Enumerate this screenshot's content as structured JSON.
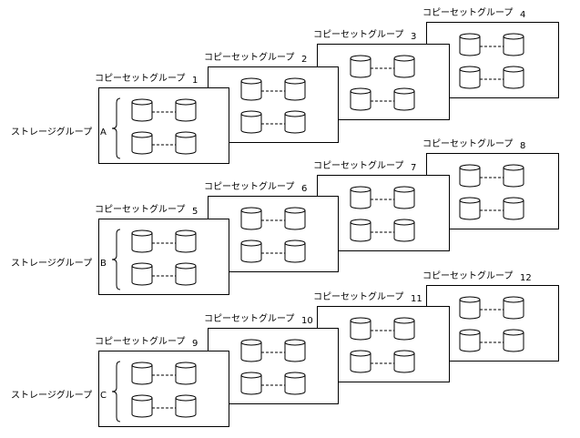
{
  "storage_groups": [
    {
      "label": "ストレージグループ",
      "letter": "A"
    },
    {
      "label": "ストレージグループ",
      "letter": "B"
    },
    {
      "label": "ストレージグループ",
      "letter": "C"
    }
  ],
  "copy_set_groups": [
    {
      "label": "コピーセットグループ",
      "number": "1"
    },
    {
      "label": "コピーセットグループ",
      "number": "2"
    },
    {
      "label": "コピーセットグループ",
      "number": "3"
    },
    {
      "label": "コピーセットグループ",
      "number": "4"
    },
    {
      "label": "コピーセットグループ",
      "number": "5"
    },
    {
      "label": "コピーセットグループ",
      "number": "6"
    },
    {
      "label": "コピーセットグループ",
      "number": "7"
    },
    {
      "label": "コピーセットグループ",
      "number": "8"
    },
    {
      "label": "コピーセットグループ",
      "number": "9"
    },
    {
      "label": "コピーセットグループ",
      "number": "10"
    },
    {
      "label": "コピーセットグループ",
      "number": "11"
    },
    {
      "label": "コピーセットグループ",
      "number": "12"
    }
  ],
  "colors": {
    "line": "#000000",
    "fill": "#ffffff"
  }
}
